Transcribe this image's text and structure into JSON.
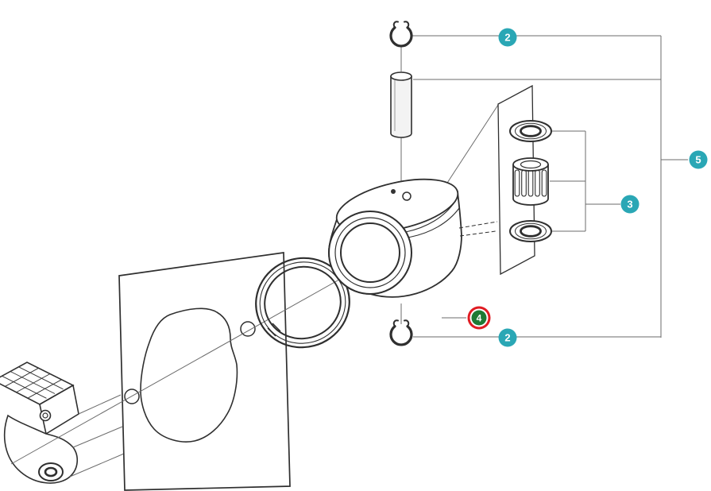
{
  "colors": {
    "background": "#ffffff",
    "callout_teal": "#2AA7B5",
    "callout_green": "#1E7A34",
    "callout_ring_red": "#E01B22",
    "drawing": "#2F2F2F",
    "line": "#6B6B6B"
  },
  "diagram": {
    "callouts": [
      {
        "id": "2-top",
        "label": "2",
        "selected": false
      },
      {
        "id": "5",
        "label": "5",
        "selected": false
      },
      {
        "id": "3",
        "label": "3",
        "selected": false
      },
      {
        "id": "4",
        "label": "4",
        "selected": true
      },
      {
        "id": "2-bottom",
        "label": "2",
        "selected": false
      }
    ]
  }
}
